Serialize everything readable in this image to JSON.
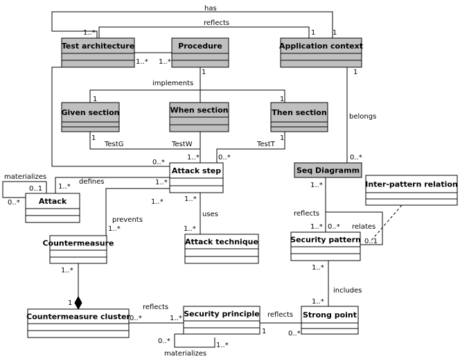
{
  "classes": [
    {
      "id": "test_architecture",
      "name": "Test architecture",
      "shaded": true
    },
    {
      "id": "procedure",
      "name": "Procedure",
      "shaded": true
    },
    {
      "id": "application_context",
      "name": "Application context",
      "shaded": true
    },
    {
      "id": "given_section",
      "name": "Given section",
      "shaded": true
    },
    {
      "id": "when_section",
      "name": "When section",
      "shaded": true
    },
    {
      "id": "then_section",
      "name": "Then section",
      "shaded": true
    },
    {
      "id": "attack_step",
      "name": "Attack step",
      "shaded": false
    },
    {
      "id": "seq_diagramm",
      "name": "Seq Diagramm",
      "shaded": true
    },
    {
      "id": "inter_pattern_relation",
      "name": "Inter-pattern relation",
      "shaded": false
    },
    {
      "id": "attack",
      "name": "Attack",
      "shaded": false
    },
    {
      "id": "countermeasure",
      "name": "Countermeasure",
      "shaded": false
    },
    {
      "id": "attack_technique",
      "name": "Attack technique",
      "shaded": false
    },
    {
      "id": "security_pattern",
      "name": "Security pattern",
      "shaded": false
    },
    {
      "id": "countermeasure_cluster",
      "name": "Countermeasure cluster",
      "shaded": false
    },
    {
      "id": "security_principle",
      "name": "Security principle",
      "shaded": false
    },
    {
      "id": "strong_point",
      "name": "Strong point",
      "shaded": false
    }
  ],
  "association_labels": {
    "has": "has",
    "reflects_top": "reflects",
    "implements": "implements",
    "belongs": "belongs",
    "testG": "TestG",
    "testW": "TestW",
    "testT": "TestT",
    "materializes_attack": "materializes",
    "defines": "defines",
    "prevents": "prevents",
    "uses": "uses",
    "reflects_sp": "reflects",
    "relates": "relates",
    "includes": "includes",
    "reflects_cc": "reflects",
    "reflects_pr": "reflects",
    "materializes_pr": "materializes"
  },
  "multiplicities": {
    "has_ta": "1..*",
    "has_ac": "1",
    "reflects_ac": "1",
    "ta_proc_a": "1..*",
    "ta_proc_b": "1..*",
    "proc_impl": "1",
    "given_impl": "1",
    "then_impl": "1",
    "ac_belongs": "1",
    "seq_belongs": "0..*",
    "given_testg": "1",
    "then_testt": "1",
    "as_testw": "1..*",
    "as_testt": "0..*",
    "as_has": "0..*",
    "atk_self_a": "0..1",
    "atk_self_b": "0..*",
    "atk_defines": "1..*",
    "as_defines": "1..*",
    "as_prevents": "1..*",
    "cm_prevents": "1..*",
    "as_uses": "1..*",
    "at_uses": "1..*",
    "seq_reflects": "1..*",
    "sp_reflects": "1..*",
    "sp_relates_a": "0..*",
    "sp_relates_b": "0..1",
    "sp_includes": "1..*",
    "spt_includes": "1..*",
    "cm_agg": "1..*",
    "cc_agg": "1",
    "cc_reflects": "0..*",
    "pr_reflects_a": "1..*",
    "pr_reflects_b": "1",
    "spt_reflects": "0..*",
    "pr_self_a": "0..*",
    "pr_self_b": "1..*"
  }
}
